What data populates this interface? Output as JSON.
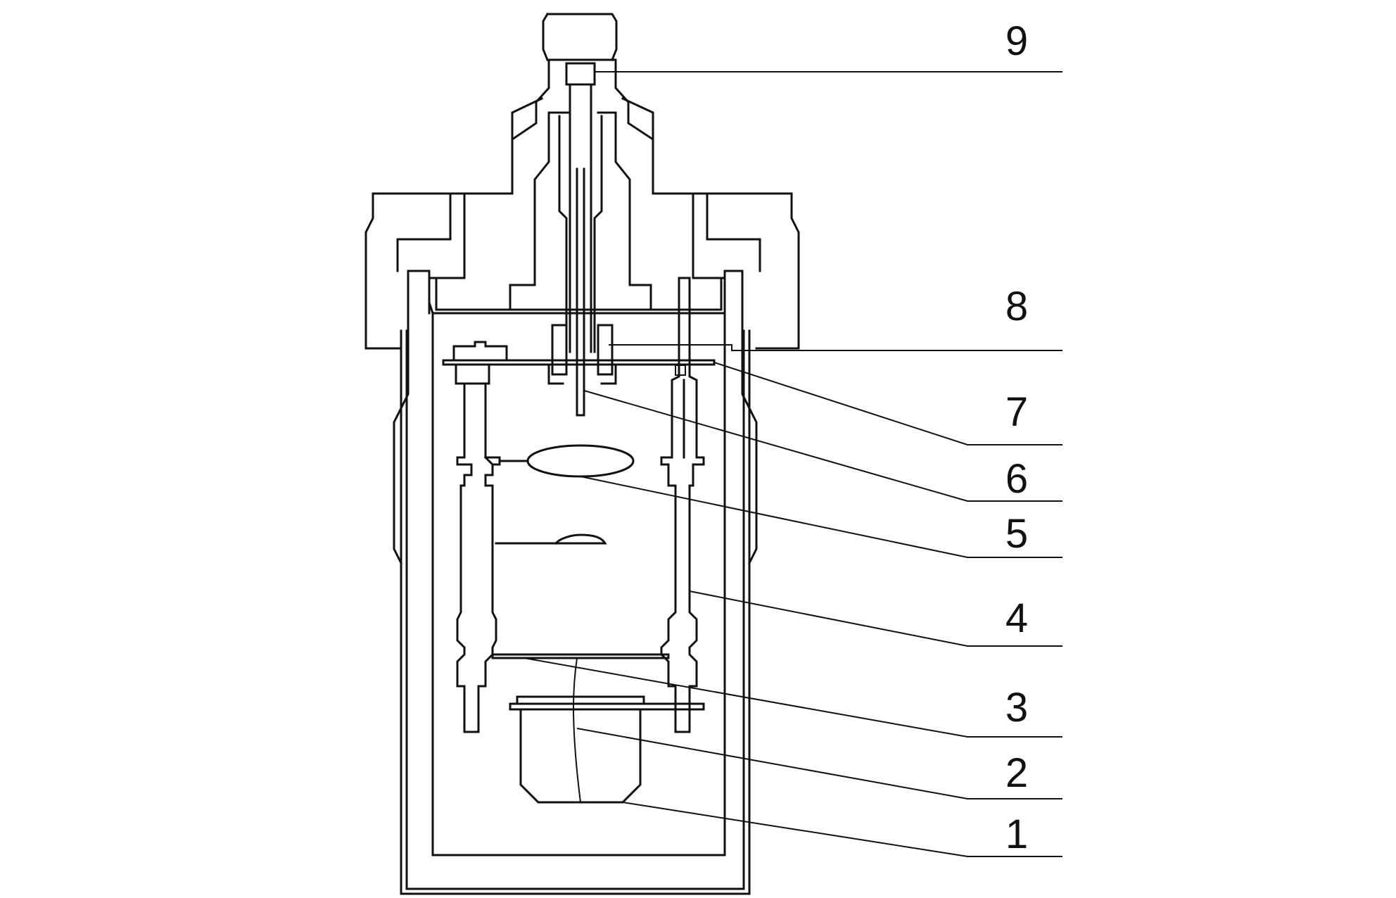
{
  "callouts": [
    {
      "id": "9",
      "label": "9"
    },
    {
      "id": "8",
      "label": "8"
    },
    {
      "id": "7",
      "label": "7"
    },
    {
      "id": "6",
      "label": "6"
    },
    {
      "id": "5",
      "label": "5"
    },
    {
      "id": "4",
      "label": "4"
    },
    {
      "id": "3",
      "label": "3"
    },
    {
      "id": "2",
      "label": "2"
    },
    {
      "id": "1",
      "label": "1"
    }
  ],
  "colors": {
    "line": "#111111",
    "background": "#ffffff"
  }
}
